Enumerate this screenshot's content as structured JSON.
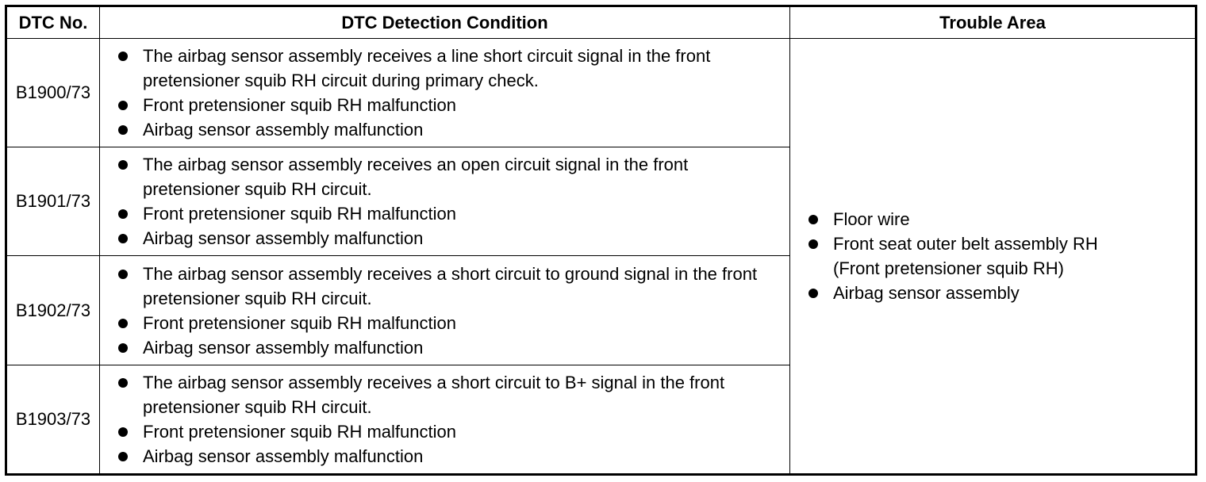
{
  "headers": {
    "dtc_no": "DTC No.",
    "condition": "DTC Detection Condition",
    "trouble_area": "Trouble Area"
  },
  "rows": [
    {
      "code": "B1900/73",
      "conditions": [
        "The airbag sensor assembly receives a line short circuit signal in the front pretensioner squib RH circuit during primary check.",
        "Front pretensioner squib RH malfunction",
        "Airbag sensor assembly malfunction"
      ]
    },
    {
      "code": "B1901/73",
      "conditions": [
        "The airbag sensor assembly receives an open circuit signal in the front pretensioner squib RH circuit.",
        "Front pretensioner squib RH malfunction",
        "Airbag sensor assembly malfunction"
      ]
    },
    {
      "code": "B1902/73",
      "conditions": [
        "The airbag sensor assembly receives a short circuit to ground signal in the front pretensioner squib RH circuit.",
        "Front pretensioner squib RH malfunction",
        "Airbag sensor assembly malfunction"
      ]
    },
    {
      "code": "B1903/73",
      "conditions": [
        "The airbag sensor assembly receives a short circuit to B+ signal in the front pretensioner squib RH circuit.",
        "Front pretensioner squib RH malfunction",
        "Airbag sensor assembly malfunction"
      ]
    }
  ],
  "trouble_area": [
    "Floor wire",
    "Front seat outer belt assembly RH (Front pretensioner squib RH)",
    "Airbag sensor assembly"
  ]
}
